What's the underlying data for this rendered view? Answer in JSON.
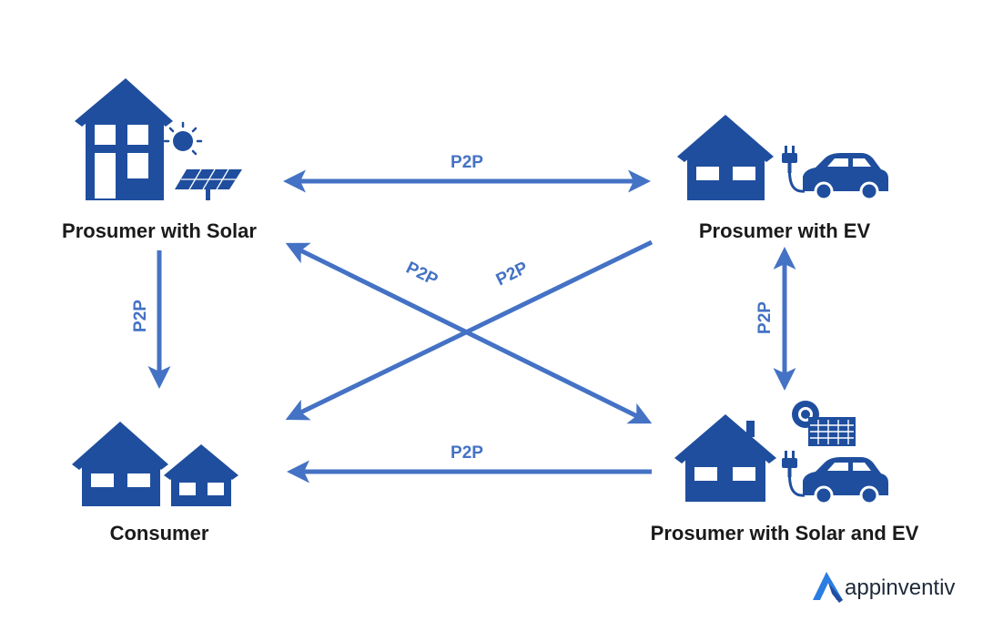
{
  "colors": {
    "icon": "#1f4e9e",
    "arrow": "#4472c4",
    "label_text": "#1a1a1a",
    "logo": "#1e2a3a"
  },
  "nodes": {
    "solar": {
      "label": "Prosumer with Solar",
      "icons": [
        "house-icon",
        "sun-icon",
        "solar-panel-icon"
      ]
    },
    "ev": {
      "label": "Prosumer with EV",
      "icons": [
        "house-icon",
        "plug-icon",
        "car-icon"
      ]
    },
    "consumer": {
      "label": "Consumer",
      "icons": [
        "house-icon",
        "house-icon"
      ]
    },
    "solar_ev": {
      "label": "Prosumer with Solar and EV",
      "icons": [
        "house-icon",
        "sun-icon",
        "solar-panel-icon",
        "plug-icon",
        "car-icon"
      ]
    }
  },
  "edges": [
    {
      "from": "Prosumer with Solar",
      "to": "Prosumer with EV",
      "direction": "bidirectional",
      "label": "P2P"
    },
    {
      "from": "Prosumer with Solar",
      "to": "Consumer",
      "direction": "one-way",
      "label": "P2P"
    },
    {
      "from": "Prosumer with Solar",
      "to": "Prosumer with Solar and EV",
      "direction": "bidirectional",
      "label": "P2P"
    },
    {
      "from": "Prosumer with EV",
      "to": "Consumer",
      "direction": "one-way",
      "label": "P2P"
    },
    {
      "from": "Prosumer with EV",
      "to": "Prosumer with Solar and EV",
      "direction": "bidirectional",
      "label": "P2P"
    },
    {
      "from": "Prosumer with Solar and EV",
      "to": "Consumer",
      "direction": "one-way",
      "label": "P2P"
    }
  ],
  "logo": {
    "text": "appinventiv",
    "icon": "appinventiv-logo-icon"
  }
}
